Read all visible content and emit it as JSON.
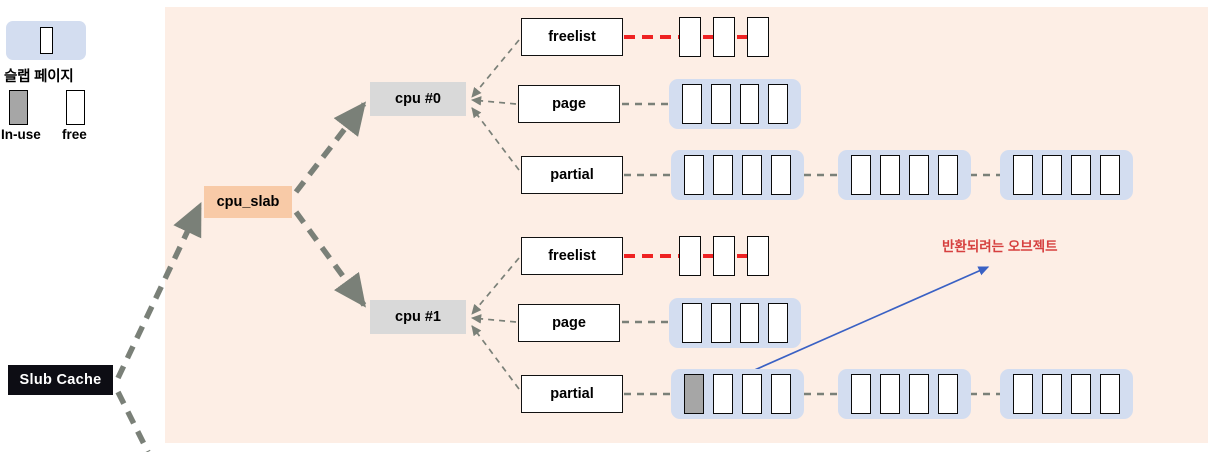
{
  "legend": {
    "slab_page_label": "슬랩 페이지",
    "slab_page_object_count": 4,
    "swatches": [
      {
        "name": "in-use",
        "label": "In-use",
        "color": "#a6a6a6"
      },
      {
        "name": "free",
        "label": "free",
        "color": "#ffffff"
      }
    ]
  },
  "nodes": {
    "slub_cache": "Slub Cache",
    "cpu_slab": "cpu_slab",
    "cpu0": "cpu #0",
    "cpu1": "cpu #1",
    "freelist": "freelist",
    "page": "page",
    "partial": "partial"
  },
  "annotation": {
    "text": "반환되려는 오브젝트",
    "color": "#d6403f"
  },
  "colors": {
    "panel_background": "#fdeee5",
    "slab_page_background": "#d3ddf0",
    "cpu_slab_fill": "#f8caa7",
    "cpu_node_fill": "#d9d9d9",
    "slub_cache_fill": "#0d0d14",
    "object_free_fill": "#ffffff",
    "object_inuse_fill": "#a6a6a6",
    "freelist_link": "#ee2222",
    "tree_link": "#7a8078",
    "pointer_arrow": "#3a61c4"
  },
  "structure": {
    "cpus": [
      {
        "name": "cpu #0",
        "freelist_objects": [
          {
            "state": "free"
          },
          {
            "state": "free"
          },
          {
            "state": "free"
          }
        ],
        "page_slab": {
          "objects": [
            "free",
            "free",
            "free",
            "free"
          ]
        },
        "partial_slabs": [
          {
            "objects": [
              "free",
              "free",
              "free",
              "free"
            ]
          },
          {
            "objects": [
              "free",
              "free",
              "free",
              "free"
            ]
          },
          {
            "objects": [
              "free",
              "free",
              "free",
              "free"
            ]
          }
        ]
      },
      {
        "name": "cpu #1",
        "freelist_objects": [
          {
            "state": "free"
          },
          {
            "state": "free"
          },
          {
            "state": "free"
          }
        ],
        "page_slab": {
          "objects": [
            "free",
            "free",
            "free",
            "free"
          ]
        },
        "partial_slabs": [
          {
            "objects": [
              "in-use",
              "free",
              "free",
              "free"
            ]
          },
          {
            "objects": [
              "free",
              "free",
              "free",
              "free"
            ]
          },
          {
            "objects": [
              "free",
              "free",
              "free",
              "free"
            ]
          }
        ]
      }
    ]
  }
}
